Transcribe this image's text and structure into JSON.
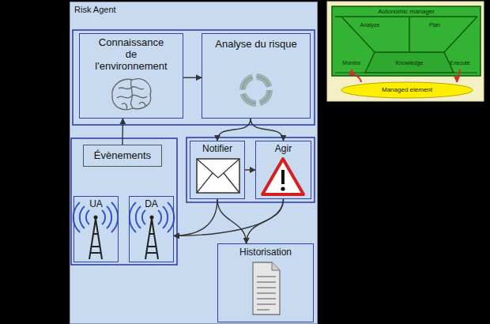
{
  "diagram": {
    "nodes": [
      {
        "text": [
          "Risk Agent"
        ]
      },
      {
        "text": [
          "Connaissance de l'environnement"
        ],
        "in": 0
      },
      {
        "text": [
          "Analyse du risque"
        ],
        "in": 0
      },
      {
        "text": [
          "Évènements"
        ],
        "in": 0
      },
      {
        "text": [
          "UA"
        ],
        "in": 0
      },
      {
        "text": [
          "DA"
        ],
        "in": 0
      },
      {
        "text": [
          "Notifier"
        ],
        "in": 0
      },
      {
        "text": [
          "Agir"
        ],
        "in": 0
      },
      {
        "text": [
          "Historisation"
        ],
        "in": 0
      },
      {
        "text": [
          "Autonomic manager"
        ]
      },
      {
        "text": [
          "Analyze"
        ],
        "in": 9
      },
      {
        "text": [
          "Plan"
        ],
        "in": 9
      },
      {
        "text": [
          "Monitor"
        ],
        "in": 9
      },
      {
        "text": [
          "Knowledge"
        ],
        "in": 9
      },
      {
        "text": [
          "Execute"
        ],
        "in": 9
      },
      {
        "text": [
          "Managed element"
        ]
      }
    ],
    "edges": [
      {
        "from": 1,
        "to": 2,
        "arrow": "to"
      },
      {
        "from": 3,
        "to": 1,
        "arrow": "to"
      },
      {
        "from": 2,
        "to": 6,
        "arrow": "to"
      },
      {
        "from": 2,
        "to": 7,
        "arrow": "to"
      },
      {
        "from": 6,
        "to": 7,
        "arrow": "to"
      },
      {
        "from": 6,
        "to": 8,
        "arrow": "to"
      },
      {
        "from": 7,
        "to": 8,
        "arrow": "to"
      },
      {
        "from": 6,
        "to": 5,
        "arrow": "to"
      },
      {
        "from": 7,
        "to": 5,
        "arrow": "to"
      },
      {
        "from": 15,
        "to": 12,
        "arrow": "to"
      },
      {
        "from": 14,
        "to": 15,
        "arrow": "to"
      }
    ]
  }
}
